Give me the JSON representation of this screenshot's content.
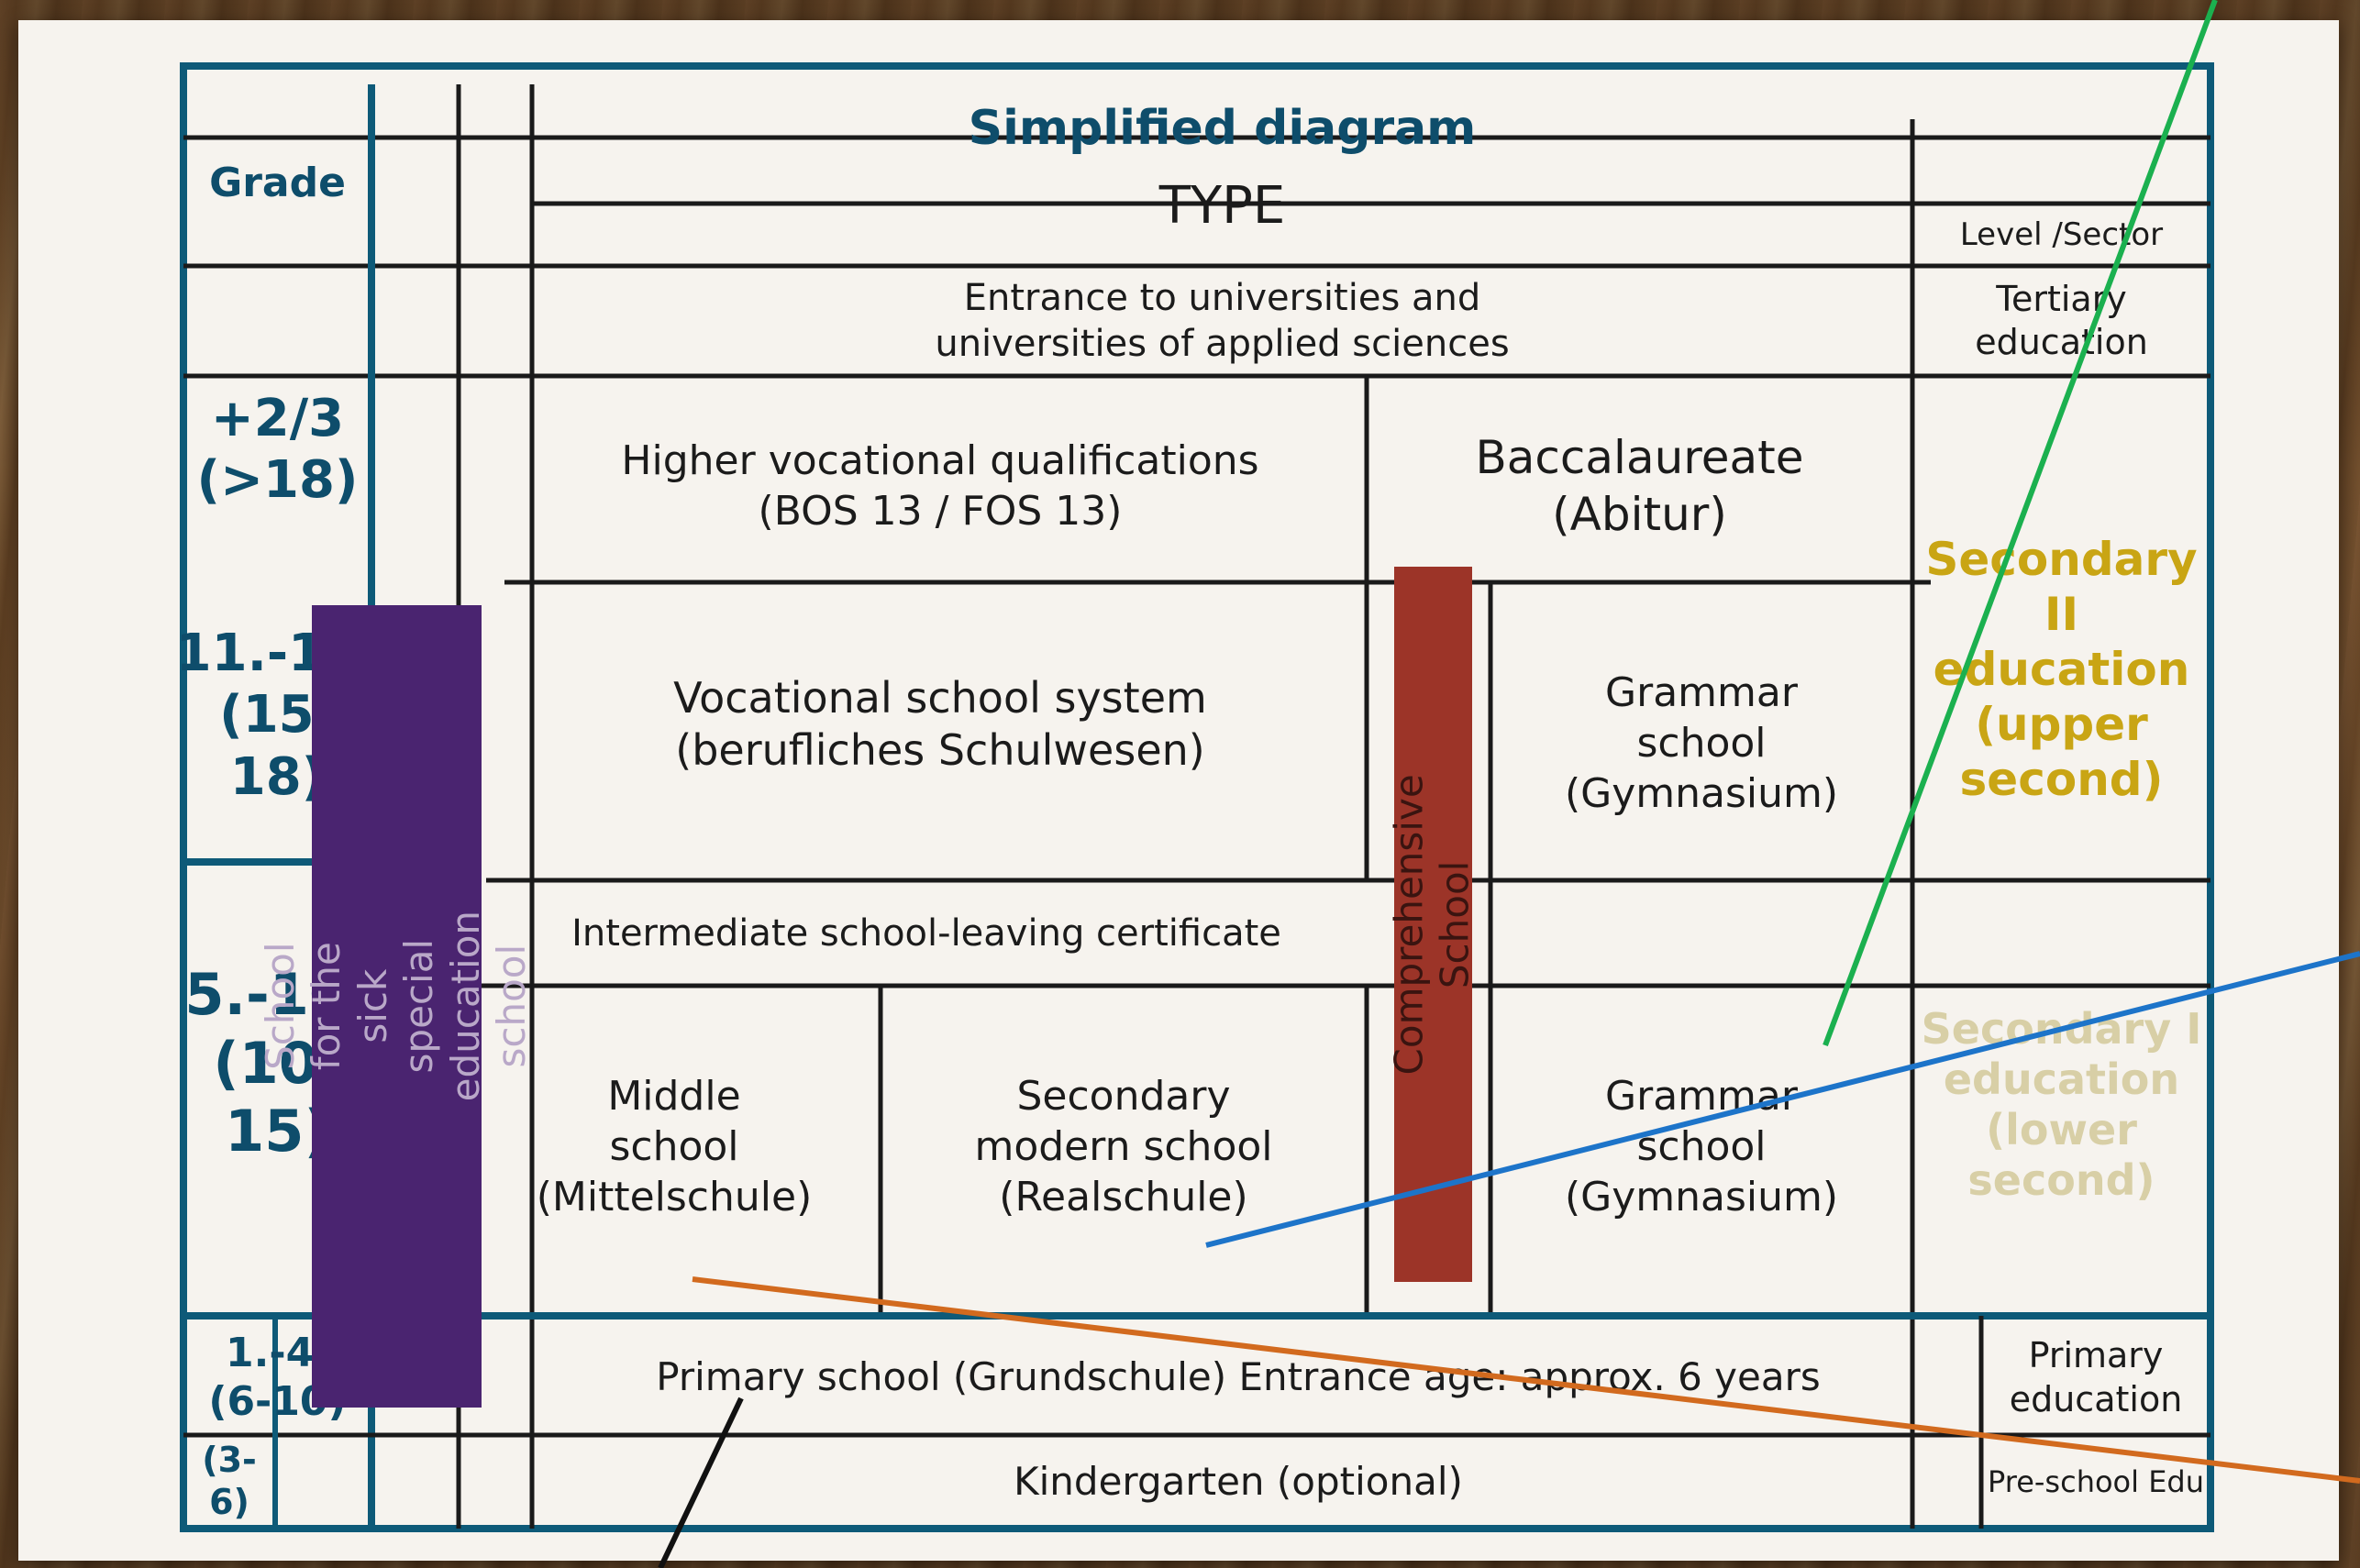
{
  "title": "Simplified diagram",
  "header": {
    "grade": "Grade",
    "type": "TYPE",
    "level": "Level /Sector"
  },
  "tertiary": {
    "type": "Entrance to universities and\nuniversities of applied sciences",
    "level": "Tertiary\neducation"
  },
  "upper": {
    "grade_1": "+2/3\n(>18)",
    "grade_2": "11.-13.\n(15-\n18)",
    "higher_voc": "Higher vocational qualifications\n(BOS 13 / FOS 13)",
    "baccalaureate": "Baccalaureate\n(Abitur)",
    "vocational": "Vocational school system\n(berufliches Schulwesen)",
    "grammar": "Grammar\nschool\n(Gymnasium)",
    "level": "Secondary\nII\neducation\n(upper\nsecond)"
  },
  "lower": {
    "grade": "5.-10.\n(10-\n15)",
    "intermediate": "Intermediate school-leaving certificate",
    "middle": "Middle\nschool\n(Mittelschule)",
    "realschule": "Secondary\nmodern school\n(Realschule)",
    "grammar": "Grammar\nschool\n(Gymnasium)",
    "level": "Secondary I\neducation\n(lower\nsecond)"
  },
  "primary": {
    "grade": "1.-4.\n(6-10)",
    "type": "Primary school (Grundschule) Entrance age: approx. 6 years",
    "level": "Primary\neducation"
  },
  "preschool": {
    "grade": "(3-6)",
    "type": "Kindergarten (optional)",
    "level": "Pre-school Edu"
  },
  "bars": {
    "special": "School for the sick\nspecial education school",
    "comprehensive": "Comprehensive School"
  },
  "colors": {
    "teal": "#0e5a78",
    "purple": "#4a2470",
    "red": "#9c3428",
    "gold": "#c9a514",
    "pale_gold": "#d8cfa6",
    "green_line": "#1bb04f",
    "blue_line": "#1d74c9",
    "orange_line": "#d26a1e",
    "black_line": "#111111"
  }
}
